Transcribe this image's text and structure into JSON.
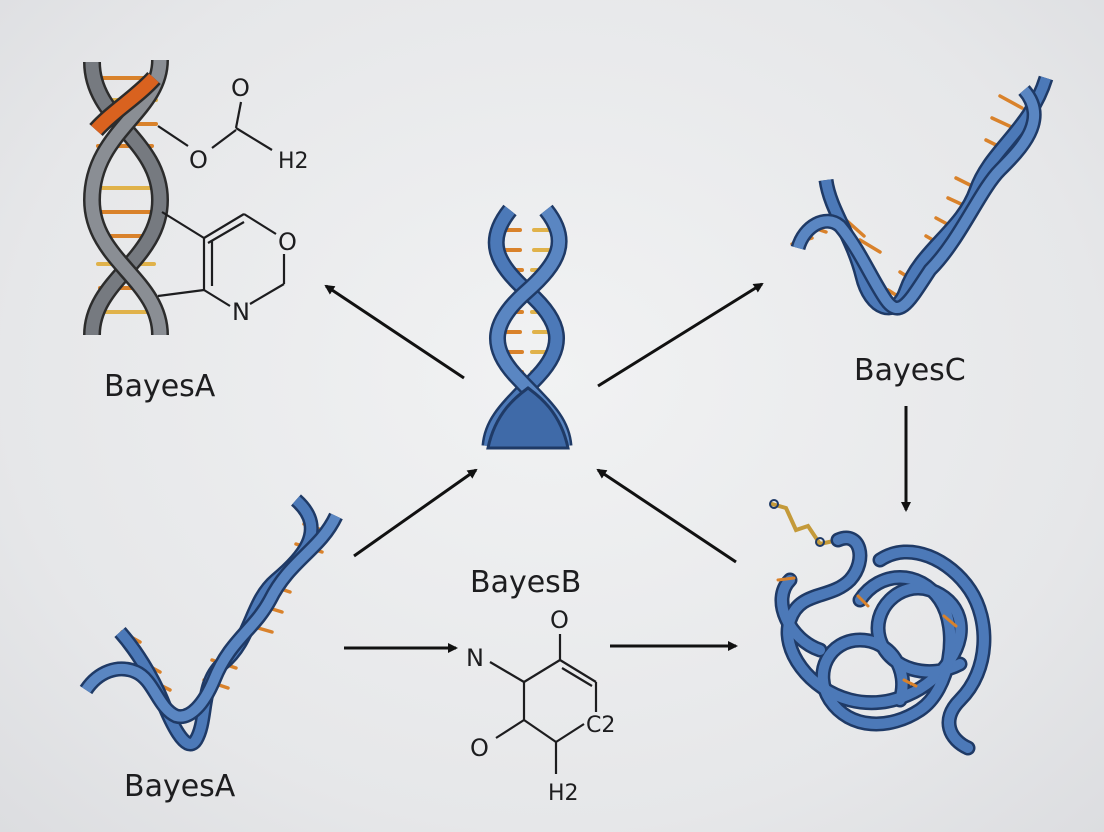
{
  "labels": {
    "top_left": "BayesA",
    "top_right": "BayesC",
    "bottom_center": "BayesB",
    "bottom_left": "BayesA"
  },
  "molecule_top": {
    "atom_o_top": "O",
    "atom_o_mid": "O",
    "atom_h2": "H2",
    "atom_o_ring": "O",
    "atom_n_ring": "N"
  },
  "molecule_bottom": {
    "atom_n": "N",
    "atom_o_top": "O",
    "atom_o_left": "O",
    "atom_c2": "C2",
    "atom_h2": "H2"
  },
  "colors": {
    "helix_blue": "#3f6aa8",
    "helix_gray": "#6b6f74",
    "helix_orange": "#d9621f",
    "base_orange": "#d9822b",
    "base_yellow": "#e0b24a",
    "arrow": "#111111"
  }
}
